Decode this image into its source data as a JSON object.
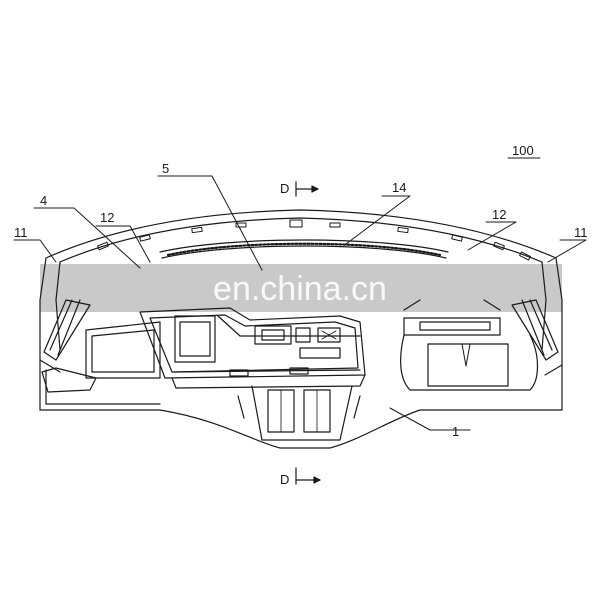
{
  "figure_number": "100",
  "section_marker": "D",
  "watermark": "en.china.cn",
  "callouts": {
    "dashboard": "1",
    "left_panel": "4",
    "defroster": "5",
    "side_vent_left": "11",
    "side_vent_right": "11",
    "speaker_left": "12",
    "speaker_right": "12",
    "strip": "14"
  },
  "colors": {
    "ink": "#1a1a1a",
    "background": "#ffffff",
    "band": "#9c9c9c"
  }
}
